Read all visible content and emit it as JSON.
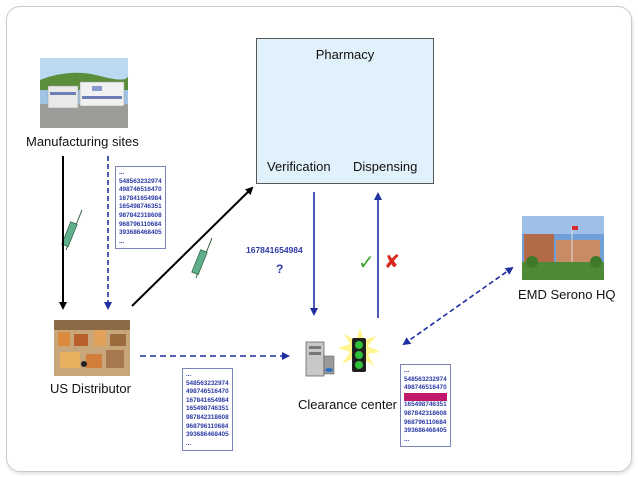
{
  "nodes": {
    "manufacturing": "Manufacturing sites",
    "distributor": "US Distributor",
    "clearance": "Clearance center",
    "hq": "EMD Serono HQ",
    "pharmacy": {
      "title": "Pharmacy",
      "verification": "Verification",
      "dispensing": "Dispensing"
    }
  },
  "serial_lists": {
    "manufacturing_list": [
      "...",
      "548563232974",
      "498746516470",
      "167841654984",
      "165498746351",
      "987842318608",
      "968796110684",
      "393686468405",
      "..."
    ],
    "distributor_list": [
      "...",
      "548563232974",
      "498746516470",
      "167841654984",
      "165498746351",
      "987842318608",
      "968796110684",
      "393686468405",
      "..."
    ],
    "clearance_list": [
      "...",
      "548563232974",
      "498746516470",
      "167841654984",
      "165498746351",
      "987842318608",
      "968796110684",
      "393686468405",
      "..."
    ],
    "clearance_struck_index": 3
  },
  "query": {
    "number": "167841654984",
    "mark": "?"
  },
  "response": {
    "accept": "✓",
    "reject": "✘"
  },
  "colors": {
    "arrow_black": "#000000",
    "arrow_blue": "#1f2fa0",
    "serial_text": "#2b3aa6",
    "strike": "#c0186a",
    "pharmacy_bg": "#e1f1fb",
    "clearance_bg": "#fbc8cf",
    "accept": "#3aa52a",
    "reject": "#d8281d"
  }
}
